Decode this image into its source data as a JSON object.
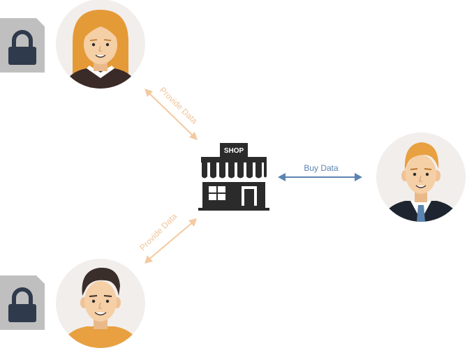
{
  "colors": {
    "provide_arrow": "#f3c9a0",
    "provide_text": "#f0c49a",
    "buy_arrow": "#5b84b1",
    "buy_text": "#5b84b1",
    "lock_bg": "#bfbfbf",
    "lock_body": "#2f3b4c",
    "avatar_bg": "#f2eeec",
    "skin": "#f5cfa5",
    "woman_hair": "#e59a38",
    "man_hair": "#e8a040",
    "young_hair": "#3a2e2a",
    "shop_dark": "#2b2b2b"
  },
  "icons": {
    "lock": "padlock-icon",
    "shop": "storefront-icon"
  },
  "nodes": {
    "woman": {
      "name": "woman-avatar"
    },
    "young_man": {
      "name": "young-man-avatar"
    },
    "buyer": {
      "name": "businessman-avatar"
    }
  },
  "shop": {
    "sign": "SHOP"
  },
  "edges": {
    "top": {
      "label": "Provide Data"
    },
    "bottom": {
      "label": "Provide Data"
    },
    "right": {
      "label": "Buy Data"
    }
  }
}
